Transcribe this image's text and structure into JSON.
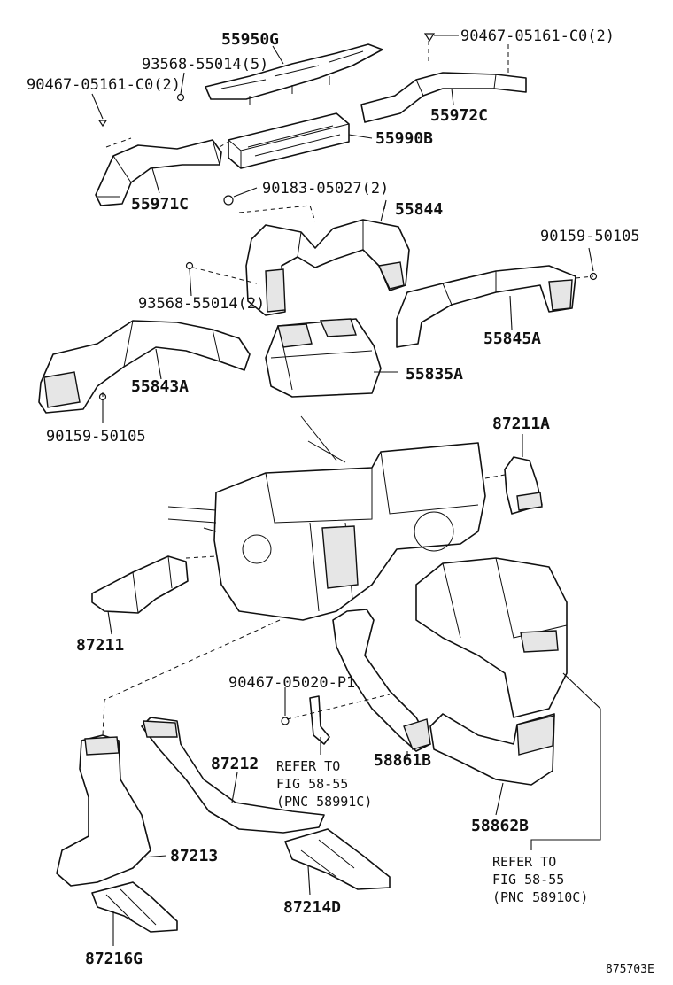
{
  "labels": {
    "p55950G": "55950G",
    "p93568_top": "93568-55014(5)",
    "p90467_left": "90467-05161-C0(2)",
    "p90467_right": "90467-05161-C0(2)",
    "p55972C": "55972C",
    "p55990B": "55990B",
    "p55971C": "55971C",
    "p90183": "90183-05027(2)",
    "p55844": "55844",
    "p90159_right": "90159-50105",
    "p93568_mid": "93568-55014(2)",
    "p55845A": "55845A",
    "p55835A": "55835A",
    "p55843A": "55843A",
    "p90159_left": "90159-50105",
    "p87211A": "87211A",
    "p87211": "87211",
    "p90467_05020": "90467-05020-P1",
    "p58861B": "58861B",
    "p87212": "87212",
    "p58862B": "58862B",
    "p87213": "87213",
    "p87214D": "87214D",
    "p87216G": "87216G"
  },
  "refs": {
    "ref1_line1": "REFER TO",
    "ref1_line2": "FIG 58-55",
    "ref1_line3": "(PNC 58991C)",
    "ref2_line1": "REFER TO",
    "ref2_line2": "FIG 58-55",
    "ref2_line3": "(PNC 58910C)"
  },
  "figure_id": "875703E"
}
